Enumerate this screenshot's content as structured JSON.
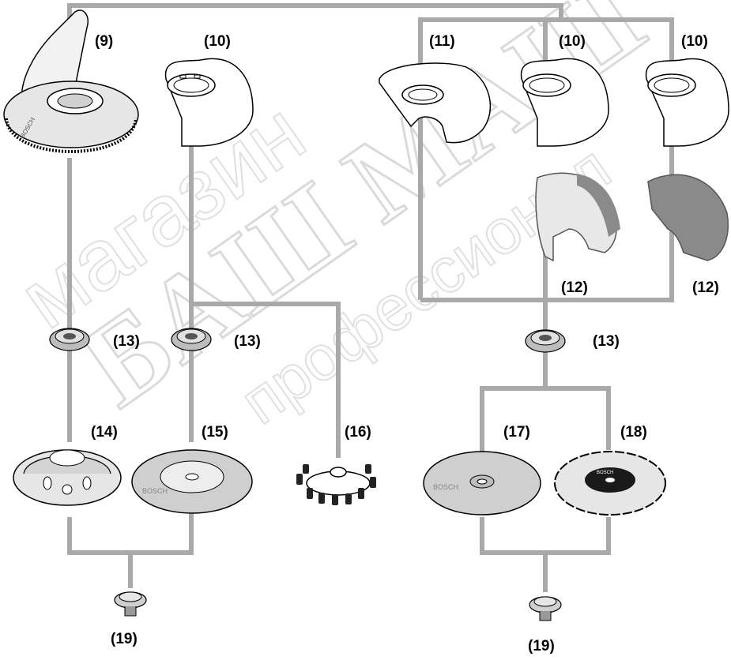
{
  "labels": {
    "guard_dust_9": "(9)",
    "guard_10_a": "(10)",
    "guard_11": "(11)",
    "guard_10_b": "(10)",
    "guard_10_c": "(10)",
    "guard_12_a": "(12)",
    "guard_12_b": "(12)",
    "flange_13_a": "(13)",
    "flange_13_b": "(13)",
    "flange_13_c": "(13)",
    "disc_14": "(14)",
    "disc_15": "(15)",
    "brush_16": "(16)",
    "disc_17": "(17)",
    "disc_18": "(18)",
    "nut_19_a": "(19)",
    "nut_19_b": "(19)"
  },
  "brand_marks": {
    "dust_guard": "BOSCH",
    "cup_wheel": "BOSCH",
    "cutting_disc": "BOSCH",
    "diamond_disc": "BOSCH"
  },
  "watermark": {
    "line1": "магазин",
    "line2": "БАШ МАШ",
    "line3": "профессионал"
  },
  "colors": {
    "connector_line": "#a9a9a9",
    "guard_fill": "#ffffff",
    "guard_outline": "#000000",
    "disc_gray": "#c8c8c8",
    "diamond_dark": "#1a1a1a",
    "guard12_gray": "#8a8a8a"
  }
}
